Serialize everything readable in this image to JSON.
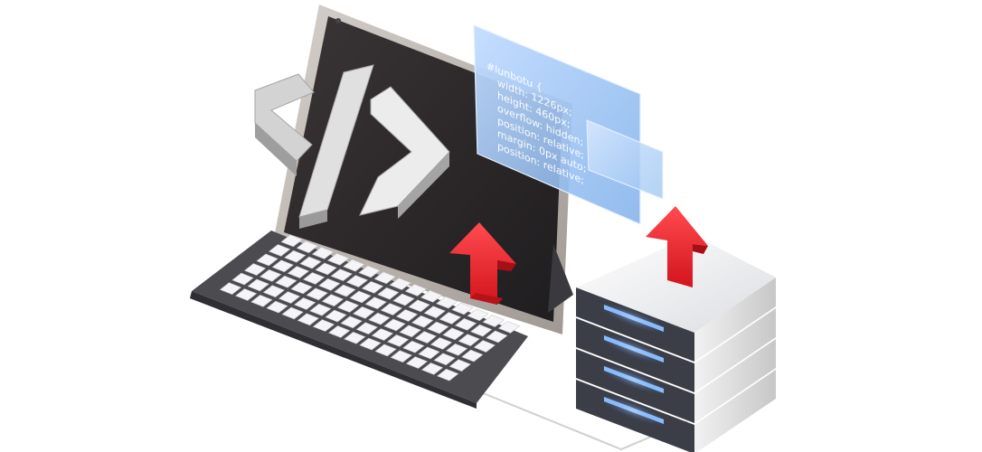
{
  "illustration": {
    "subject": "laptop-tablet-code-upload-to-server",
    "icons": {
      "code_symbol": "code-brackets-icon",
      "upload_arrow_tablet": "upload-arrow-icon",
      "upload_arrow_server": "upload-arrow-icon",
      "server": "server-rack-icon",
      "keyboard": "keyboard-icon"
    },
    "colors": {
      "screen": "#2a2628",
      "screen_bezel": "#bfb7b3",
      "arrow_red": "#e8232a",
      "glass_panel": "#a9c8ee",
      "server_light": "#6aa8ff",
      "server_top": "#f1f1f3",
      "server_dark": "#3b3e46",
      "keyboard_base": "#4b4b50",
      "key": "#f5f5f7"
    }
  },
  "code_panel": {
    "lines": [
      "#lunbotu {",
      "width: 1226px;",
      "height: 460px;",
      "overflow: hidden;",
      "position: relative;",
      "margin: 0px auto;",
      "position: relative;"
    ]
  }
}
